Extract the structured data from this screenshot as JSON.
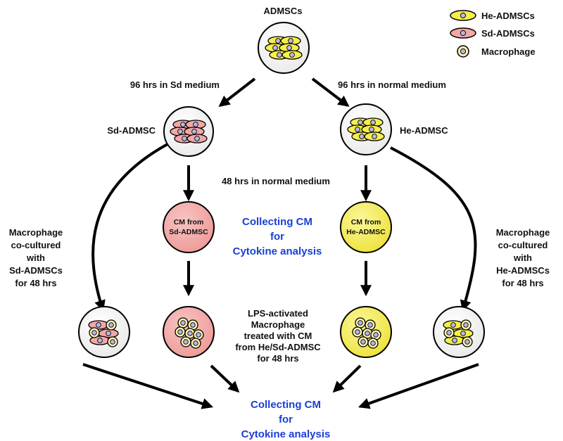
{
  "colors": {
    "he_fill": "#f4ef4a",
    "sd_fill": "#f2a8a6",
    "cm_sd_fill": "#f2a2a2",
    "cm_he_fill": "#f5f04c",
    "nucleus": "#b9b6e8",
    "arrow": "#000000",
    "text_blue": "#1a3fd6",
    "text": "#111111"
  },
  "legend": {
    "he": "He-ADMSCs",
    "sd": "Sd-ADMSCs",
    "macrophage": "Macrophage"
  },
  "labels": {
    "top": "ADMSCs",
    "sd_medium": "96 hrs in Sd medium",
    "normal_medium_96": "96 hrs in normal medium",
    "sd_admsc": "Sd-ADMSC",
    "he_admsc": "He-ADMSC",
    "normal_medium_48": "48 hrs in normal medium",
    "cm_sd": [
      "CM from",
      "Sd-ADMSC"
    ],
    "cm_he": [
      "CM from",
      "He-ADMSC"
    ],
    "collect_mid": [
      "Collecting CM",
      "for",
      "Cytokine analysis"
    ],
    "left_coculture": [
      "Macrophage",
      "co-cultured",
      "with",
      "Sd-ADMSCs",
      "for 48 hrs"
    ],
    "right_coculture": [
      "Macrophage",
      "co-cultured",
      "with",
      "He-ADMSCs",
      "for 48 hrs"
    ],
    "lps": [
      "LPS-activated",
      "Macrophage",
      "treated with CM",
      "from He/Sd-ADMSC",
      "for 48 hrs"
    ],
    "collect_bottom": [
      "Collecting CM",
      "for",
      "Cytokine analysis"
    ]
  }
}
